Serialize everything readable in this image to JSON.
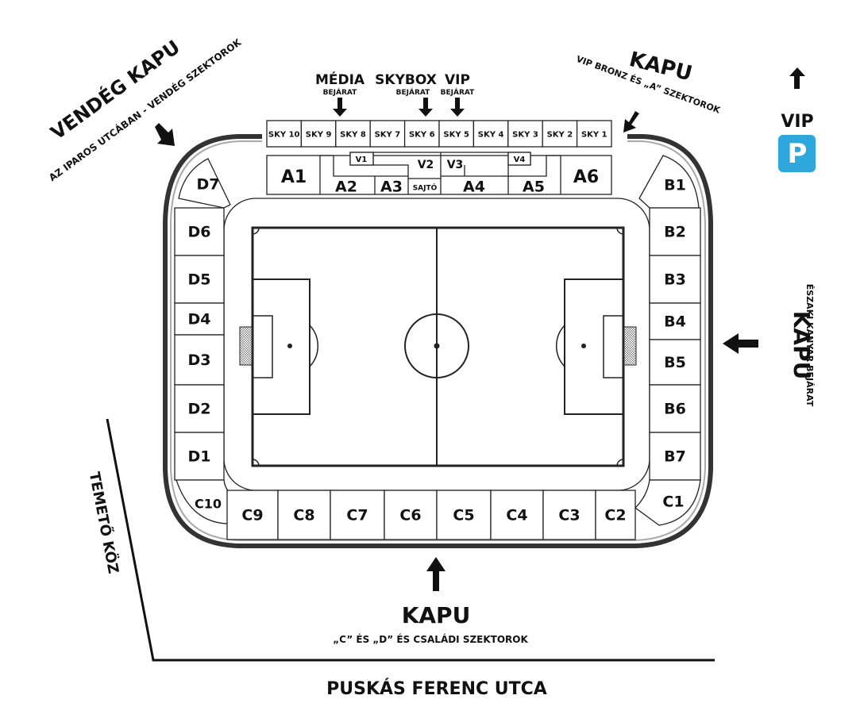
{
  "labels": {
    "media": "MÉDIA",
    "bejarat": "BEJÁRAT",
    "skybox": "SKYBOX",
    "vip": "VIP",
    "kapu": "KAPU",
    "vip_bronz": "VIP BRONZ ÉS „A” SZEKTOROK",
    "vendeg_kapu": "VENDÉG KAPU",
    "vendeg_sub": "AZ IPAROS UTCÁBAN - VENDÉG SZEKTOROK",
    "eszaki": "ÉSZAKI KANYAR BEJÁRAT",
    "c_d": "„C” ÉS „D”  ÉS CSALÁDI SZEKTOROK",
    "temeto": "TEMETŐ KÖZ",
    "puskas": "PUSKÁS FERENC UTCA",
    "vip_parking": "VIP",
    "parking": "P",
    "sajto": "SAJTÓ"
  },
  "sky": [
    "SKY 10",
    "SKY 9",
    "SKY 8",
    "SKY 7",
    "SKY 6",
    "SKY 5",
    "SKY 4",
    "SKY 3",
    "SKY 2",
    "SKY 1"
  ],
  "a_sectors": [
    "A1",
    "A2",
    "A3",
    "A4",
    "A5",
    "A6"
  ],
  "v_sectors": [
    "V1",
    "V2",
    "V3",
    "V4"
  ],
  "d_sectors": [
    "D7",
    "D6",
    "D5",
    "D4",
    "D3",
    "D2",
    "D1",
    "C10"
  ],
  "b_sectors": [
    "B1",
    "B2",
    "B3",
    "B4",
    "B5",
    "B6",
    "B7",
    "C1"
  ],
  "c_sectors": [
    "C9",
    "C8",
    "C7",
    "C6",
    "C5",
    "C4",
    "C3",
    "C2"
  ],
  "colors": {
    "parking": "#2ea8dc",
    "ink": "#111111"
  }
}
